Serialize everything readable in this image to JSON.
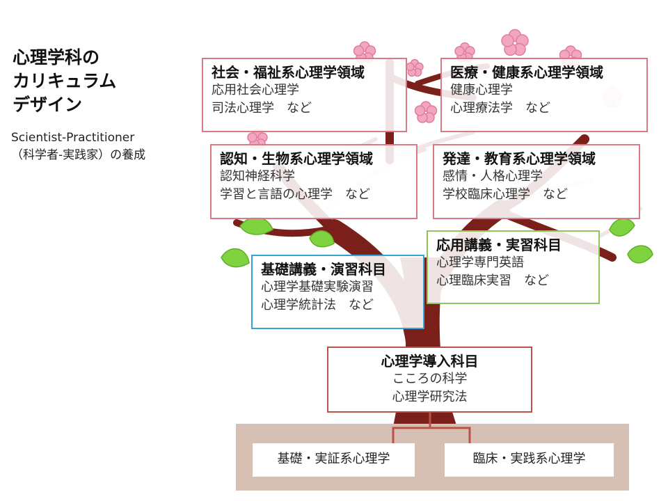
{
  "title": {
    "lines": [
      "心理学科の",
      "カリキュラム",
      "デザイン"
    ],
    "subtitle_lines": [
      "Scientist-Practitioner",
      "（科学者-実践家）の養成"
    ]
  },
  "domains": [
    {
      "heading": "社会・福祉系心理学領域",
      "lines": [
        "応用社会心理学",
        "司法心理学　など"
      ]
    },
    {
      "heading": "医療・健康系心理学領域",
      "lines": [
        "健康心理学",
        "心理療法学　など"
      ]
    },
    {
      "heading": "認知・生物系心理学領域",
      "lines": [
        "認知神経科学",
        "学習と言語の心理学　など"
      ]
    },
    {
      "heading": "発達・教育系心理学領域",
      "lines": [
        "感情・人格心理学",
        "学校臨床心理学　など"
      ]
    }
  ],
  "applied": {
    "heading": "応用講義・実習科目",
    "lines": [
      "心理学専門英語",
      "心理臨床実習　など"
    ]
  },
  "basic": {
    "heading": "基礎講義・演習科目",
    "lines": [
      "心理学基礎実験演習",
      "心理学統計法　など"
    ]
  },
  "intro": {
    "heading": "心理学導入科目",
    "lines": [
      "こころの科学",
      "心理学研究法"
    ]
  },
  "roots": {
    "left": "基礎・実証系心理学",
    "right": "臨床・実践系心理学"
  },
  "colors": {
    "domain_border": "#d97987",
    "applied_border": "#8cc75a",
    "basic_border": "#33a3d6",
    "intro_border": "#b9534a",
    "trunk": "#7a1f1a",
    "ground": "#d6bfb3",
    "blossom": "#f2a7bf",
    "leaf": "#7fd33f"
  }
}
